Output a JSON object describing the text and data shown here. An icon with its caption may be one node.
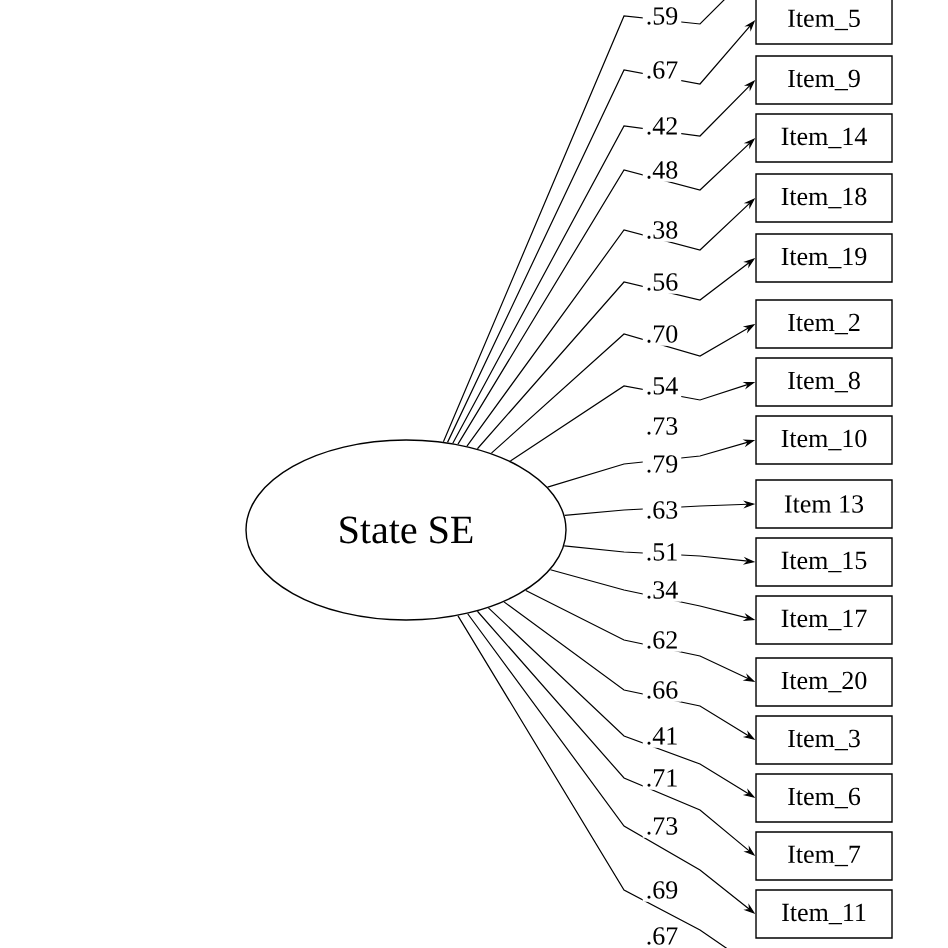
{
  "diagram": {
    "nodes": [
      {
        "text": [
          "State SE"
        ]
      },
      {
        "text": [
          "Item_5"
        ]
      },
      {
        "text": [
          "Item_9"
        ]
      },
      {
        "text": [
          "Item_14"
        ]
      },
      {
        "text": [
          "Item_18"
        ]
      },
      {
        "text": [
          "Item_19"
        ]
      },
      {
        "text": [
          "Item_2"
        ]
      },
      {
        "text": [
          "Item_8"
        ]
      },
      {
        "text": [
          "Item_10"
        ]
      },
      {
        "text": [
          "Item 13"
        ]
      },
      {
        "text": [
          "Item_15"
        ]
      },
      {
        "text": [
          "Item_17"
        ]
      },
      {
        "text": [
          "Item_20"
        ]
      },
      {
        "text": [
          "Item_3"
        ]
      },
      {
        "text": [
          "Item_6"
        ]
      },
      {
        "text": [
          "Item_7"
        ]
      },
      {
        "text": [
          "Item_11"
        ]
      }
    ],
    "edges": [
      {
        "from": 0,
        "to": null,
        "arrow": "none",
        "label": ".59"
      },
      {
        "from": 0,
        "to": 1,
        "arrow": "to",
        "label": ".67"
      },
      {
        "from": 0,
        "to": 2,
        "arrow": "to",
        "label": ".42"
      },
      {
        "from": 0,
        "to": 3,
        "arrow": "to",
        "label": ".48"
      },
      {
        "from": 0,
        "to": 4,
        "arrow": "to",
        "label": ".38"
      },
      {
        "from": 0,
        "to": 5,
        "arrow": "to",
        "label": ".56"
      },
      {
        "from": 0,
        "to": 6,
        "arrow": "to",
        "label": ".70"
      },
      {
        "from": 0,
        "to": 7,
        "arrow": "to",
        "label": ".54"
      },
      {
        "from": 0,
        "to": 8,
        "arrow": "to",
        "label": ".79"
      },
      {
        "from": 0,
        "to": 9,
        "arrow": "to",
        "label": ".63"
      },
      {
        "from": 0,
        "to": 10,
        "arrow": "to",
        "label": ".51"
      },
      {
        "from": 0,
        "to": 11,
        "arrow": "to",
        "label": ".34"
      },
      {
        "from": 0,
        "to": 12,
        "arrow": "to",
        "label": ".62"
      },
      {
        "from": 0,
        "to": 13,
        "arrow": "to",
        "label": ".66"
      },
      {
        "from": 0,
        "to": 14,
        "arrow": "to",
        "label": ".41"
      },
      {
        "from": 0,
        "to": 15,
        "arrow": "to",
        "label": ".71"
      },
      {
        "from": 0,
        "to": 16,
        "arrow": "to",
        "label": ".73"
      },
      {
        "from": 0,
        "to": null,
        "arrow": "none",
        "label": ".69"
      }
    ],
    "labels": [
      ".73",
      ".67"
    ]
  }
}
